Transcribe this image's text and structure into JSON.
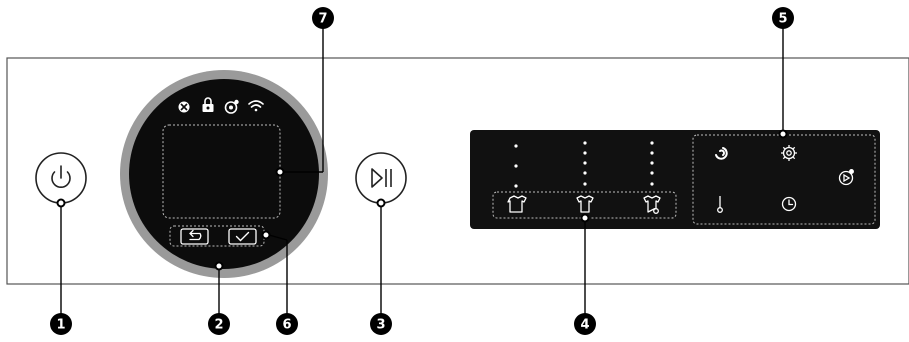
{
  "callouts": [
    {
      "id": "1",
      "label": "1"
    },
    {
      "id": "2",
      "label": "2"
    },
    {
      "id": "3",
      "label": "3"
    },
    {
      "id": "4",
      "label": "4"
    },
    {
      "id": "5",
      "label": "5"
    },
    {
      "id": "6",
      "label": "6"
    },
    {
      "id": "7",
      "label": "7"
    }
  ],
  "icons": {
    "power": "power-icon",
    "play_pause": "play-pause-icon",
    "status": [
      "no-water-icon",
      "child-lock-icon",
      "smart-control-icon",
      "wifi-icon"
    ],
    "display_buttons": [
      "back-icon",
      "confirm-icon"
    ],
    "cycles": [
      "cotton-shirt-icon",
      "mixed-shirt-icon",
      "wool-shirt-icon"
    ],
    "options": [
      "spin-icon",
      "settings-icon",
      "temperature-icon",
      "timer-icon",
      "add-cycle-icon"
    ]
  },
  "colors": {
    "panel_black": "#111111",
    "ring_gray": "#9a9a9a",
    "callout": "#000000"
  }
}
